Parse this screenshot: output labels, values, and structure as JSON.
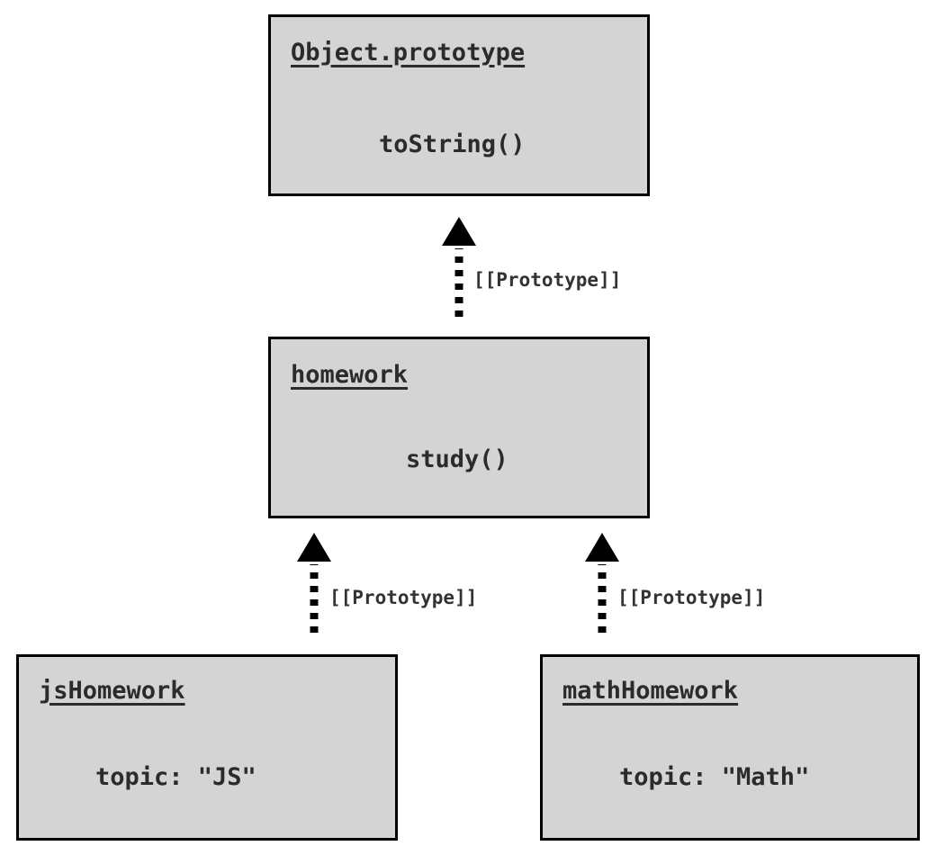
{
  "diagram": {
    "type": "prototype-chain",
    "background_color": "#ffffff",
    "box_fill_color": "#d4d4d4",
    "box_border_color": "#000000",
    "text_color": "#2b2b2b",
    "edge_label_color": "#333333",
    "nodes": [
      {
        "id": "object-prototype",
        "title": "Object.prototype",
        "member": "toString()"
      },
      {
        "id": "homework",
        "title": "homework",
        "member": "study()"
      },
      {
        "id": "jshomework",
        "title": "jsHomework",
        "member": "topic: \"JS\""
      },
      {
        "id": "mathhomework",
        "title": "mathHomework",
        "member": "topic: \"Math\""
      }
    ],
    "edges": [
      {
        "id": "homework-to-object-prototype",
        "from": "homework",
        "to": "object-prototype",
        "label": "[[Prototype]]",
        "style": "dotted",
        "arrowhead": "solid-triangle"
      },
      {
        "id": "jshomework-to-homework",
        "from": "jshomework",
        "to": "homework",
        "label": "[[Prototype]]",
        "style": "dotted",
        "arrowhead": "solid-triangle"
      },
      {
        "id": "mathhomework-to-homework",
        "from": "mathhomework",
        "to": "homework",
        "label": "[[Prototype]]",
        "style": "dotted",
        "arrowhead": "solid-triangle"
      }
    ]
  }
}
